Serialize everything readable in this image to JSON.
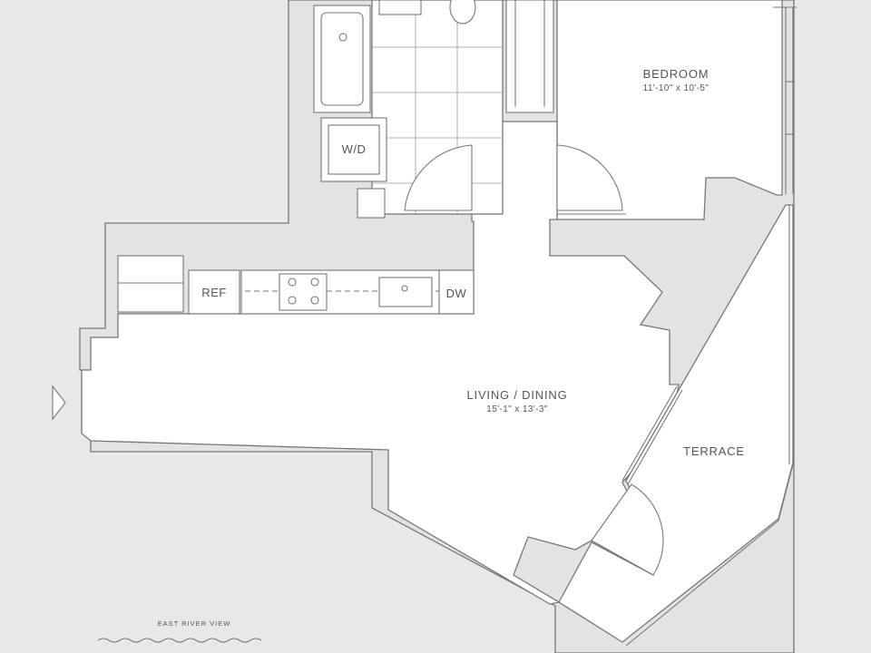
{
  "rooms": {
    "bedroom": {
      "name": "BEDROOM",
      "dimensions": "11'-10\" x 10'-5\""
    },
    "living": {
      "name": "LIVING / DINING",
      "dimensions": "15'-1\" x 13'-3\""
    },
    "terrace": {
      "name": "TERRACE"
    }
  },
  "appliances": {
    "washer_dryer": "W/D",
    "refrigerator": "REF",
    "dishwasher": "DW"
  },
  "view_label": "EAST RIVER VIEW",
  "colors": {
    "background": "#e8e8e8",
    "wall_fill": "#e3e3e3",
    "room_fill": "#ffffff",
    "line": "#777777",
    "text": "#555555"
  }
}
